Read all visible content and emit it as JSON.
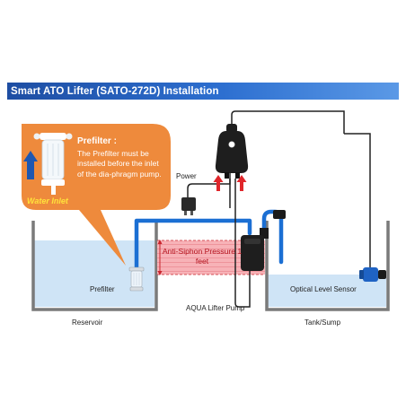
{
  "title": "Smart ATO Lifter (SATO-272D) Installation",
  "callout": {
    "heading": "Prefilter :",
    "body": "The Prefilter must be installed before the inlet of the dia-phragm pump.",
    "water_inlet": "Water Inlet"
  },
  "labels": {
    "power": "Power",
    "prefilter": "Prefilter",
    "anti_siphon": "Anti-Siphon Pressure 1 feet",
    "optical_sensor": "Optical Level Sensor",
    "pump": "AQUA Lifter Pump",
    "reservoir": "Reservoir",
    "tank": "Tank/Sump"
  },
  "colors": {
    "title_bar": "#2b63c2",
    "callout": "#ee8a3c",
    "water": "#cfe4f6",
    "tube": "#1b6fd3",
    "anti_siphon": "#f5a9ae",
    "arrow": "#e0262b",
    "inlet_text": "#ffe23b"
  }
}
